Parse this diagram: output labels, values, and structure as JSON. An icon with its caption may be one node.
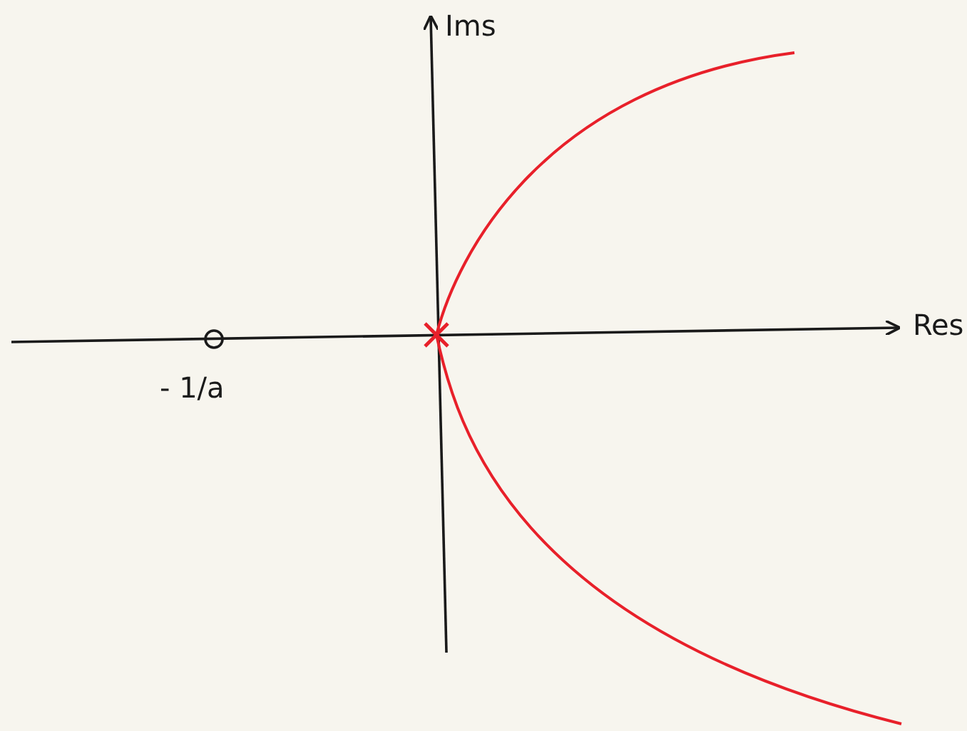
{
  "diagram": {
    "labels": [
      "Ims",
      "Res",
      "- 1/a"
    ]
  }
}
